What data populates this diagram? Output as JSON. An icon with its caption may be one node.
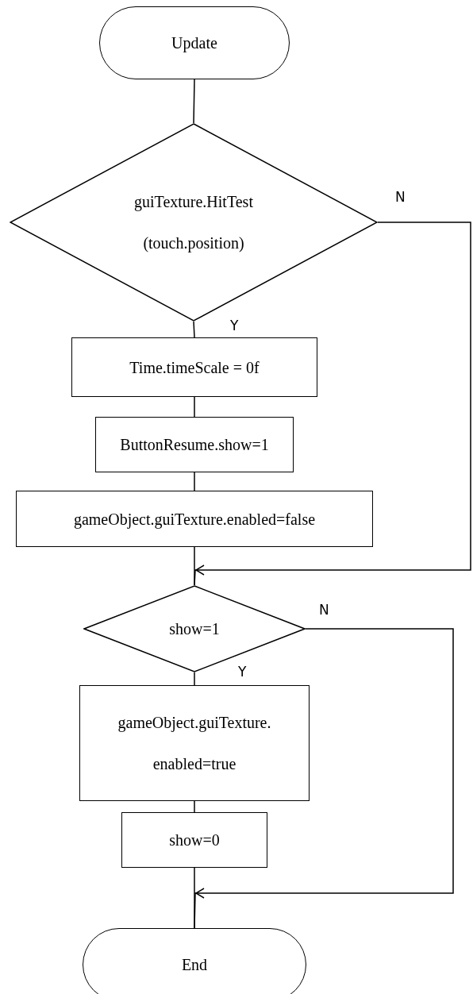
{
  "diagram": {
    "nodes": [
      {
        "text": [
          "Update"
        ]
      },
      {
        "text": [
          "guiTexture.HitTest (touch.position)"
        ]
      },
      {
        "text": [
          "Time.timeScale = 0f"
        ]
      },
      {
        "text": [
          "ButtonResume.show=1"
        ]
      },
      {
        "text": [
          "gameObject.guiTexture.enabled=false"
        ]
      },
      {
        "text": [
          "show=1"
        ]
      },
      {
        "text": [
          "gameObject.guiTexture. enabled=true"
        ]
      },
      {
        "text": [
          "show=0"
        ]
      },
      {
        "text": [
          "End"
        ]
      }
    ],
    "edges": [
      {
        "from": 0,
        "to": 1,
        "arrow": "none"
      },
      {
        "from": 1,
        "to": 2,
        "arrow": "none",
        "label": "Y"
      },
      {
        "from": 1,
        "to": 5,
        "arrow": "to",
        "label": "N"
      },
      {
        "from": 2,
        "to": 3,
        "arrow": "none"
      },
      {
        "from": 3,
        "to": 4,
        "arrow": "none"
      },
      {
        "from": 4,
        "to": 5,
        "arrow": "none"
      },
      {
        "from": 5,
        "to": 6,
        "arrow": "none",
        "label": "Y"
      },
      {
        "from": 5,
        "to": 8,
        "arrow": "to",
        "label": "N"
      },
      {
        "from": 6,
        "to": 7,
        "arrow": "none"
      },
      {
        "from": 7,
        "to": 8,
        "arrow": "none"
      }
    ]
  }
}
